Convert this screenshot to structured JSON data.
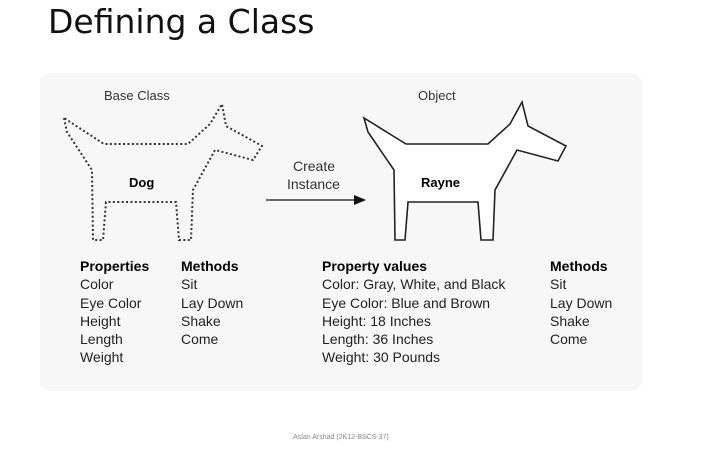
{
  "title": "Defining a Class",
  "diagram": {
    "base_label": "Base Class",
    "object_label": "Object",
    "base_dog_name": "Dog",
    "object_dog_name": "Rayne",
    "arrow_label_line1": "Create",
    "arrow_label_line2": "Instance"
  },
  "base_properties": {
    "heading": "Properties",
    "items": [
      "Color",
      "Eye Color",
      "Height",
      "Length",
      "Weight"
    ]
  },
  "base_methods": {
    "heading": "Methods",
    "items": [
      "Sit",
      "Lay Down",
      "Shake",
      "Come"
    ]
  },
  "object_property_values": {
    "heading": "Property values",
    "items": [
      "Color: Gray, White, and Black",
      "Eye Color: Blue and Brown",
      "Height: 18 Inches",
      "Length: 36 Inches",
      "Weight: 30 Pounds"
    ]
  },
  "object_methods": {
    "heading": "Methods",
    "items": [
      "Sit",
      "Lay Down",
      "Shake",
      "Come"
    ]
  },
  "footer": "Aslan Arshad (2K12-BSCS-37)",
  "colors": {
    "panel_background": "#f7f7f7",
    "dog_fill": "#ffffff",
    "outline": "#222222"
  }
}
